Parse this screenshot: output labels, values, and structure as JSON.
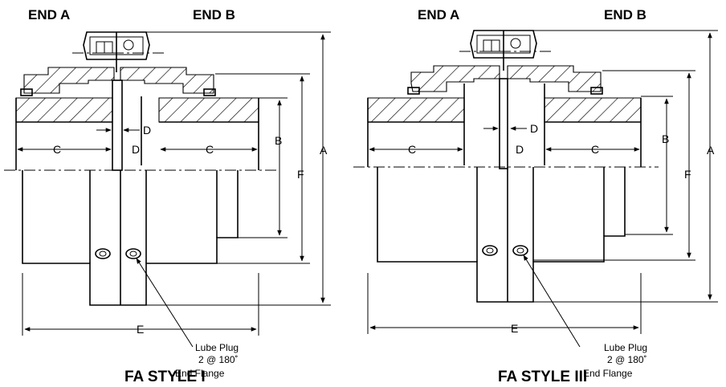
{
  "diagrams": [
    {
      "end_a_label": "END A",
      "end_b_label": "END B",
      "dimension_labels": {
        "a": "A",
        "b": "B",
        "c_left": "C",
        "c_right": "C",
        "d_top": "D",
        "d_mid": "D",
        "e": "E",
        "f": "F"
      },
      "lube_plug_label": "Lube Plug",
      "lube_plug_qty": "2 @ 180˚",
      "title": "FA STYLE I",
      "subtitle": "End Flange"
    },
    {
      "end_a_label": "END A",
      "end_b_label": "END B",
      "dimension_labels": {
        "a": "A",
        "b": "B",
        "c_left": "C",
        "c_right": "C",
        "d_top": "D",
        "d_mid": "D",
        "e": "E",
        "f": "F"
      },
      "lube_plug_label": "Lube Plug",
      "lube_plug_qty": "2 @ 180˚",
      "title": "FA STYLE III",
      "subtitle": "End Flange"
    }
  ]
}
